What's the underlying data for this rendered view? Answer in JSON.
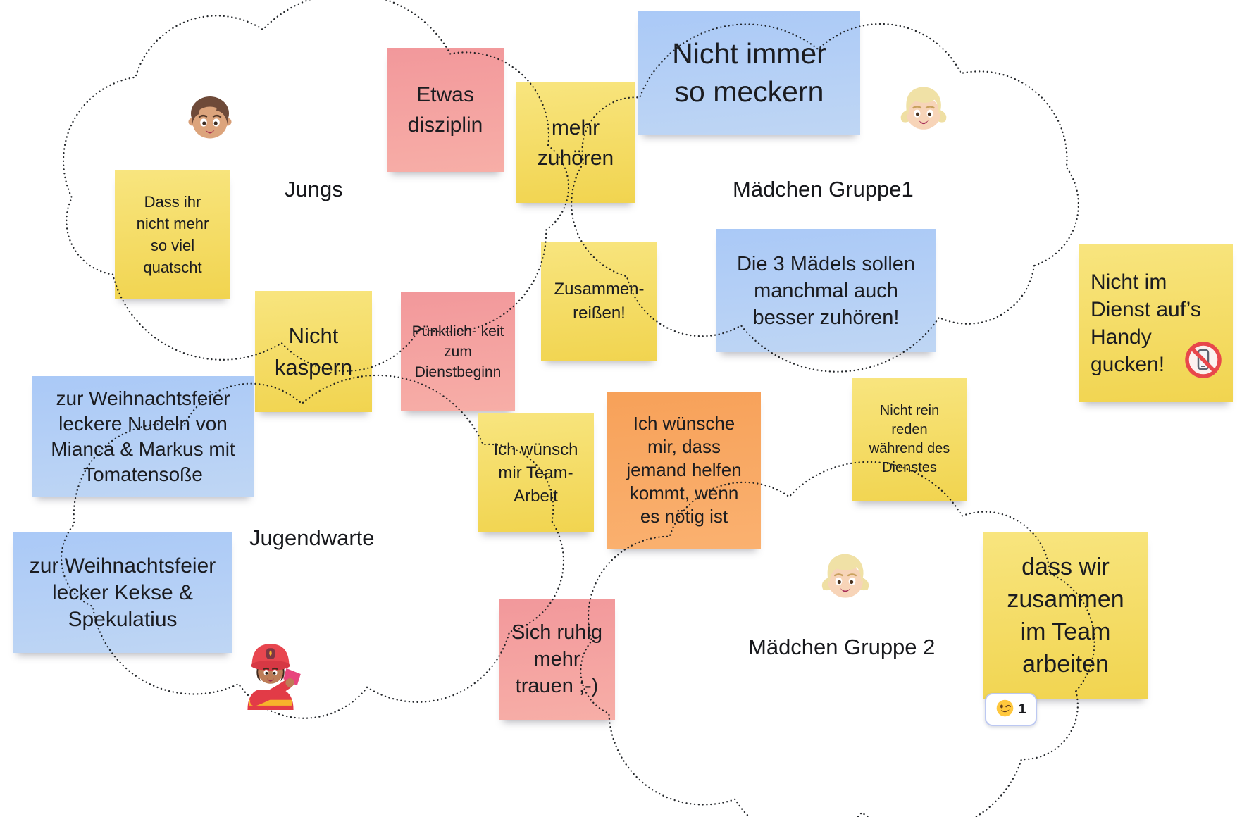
{
  "board": {
    "app": "whiteboard",
    "background_color": "#FFFFFF",
    "note_colors": {
      "yellow": "#F5DC60",
      "pink": "#F49EA0",
      "blue": "#B3CDF5",
      "orange": "#F8A95F"
    },
    "clouds": [
      {
        "id": "jungs",
        "label": "Jungs",
        "avatar": "boy-emoji-avatar"
      },
      {
        "id": "maedchen-gruppe1",
        "label": "Mädchen Gruppe1",
        "avatar": "girl-emoji-avatar"
      },
      {
        "id": "jugendwarte",
        "label": "Jugendwarte",
        "avatar": "firefighter-emoji-avatar"
      },
      {
        "id": "maedchen-gruppe2",
        "label": "Mädchen Gruppe 2",
        "avatar": "girl-emoji-avatar"
      }
    ],
    "notes": [
      {
        "text": "Dass ihr\nnicht mehr\nso viel\nquatscht",
        "color": "yellow"
      },
      {
        "text": "Etwas\ndisziplin",
        "color": "pink"
      },
      {
        "text": "mehr\nzuhören",
        "color": "yellow"
      },
      {
        "text": "Nicht immer\nso meckern",
        "color": "blue"
      },
      {
        "text": "Zusammen-\nreißen!",
        "color": "yellow"
      },
      {
        "text": "Die 3 Mädels sollen\nmanchmal auch\nbesser zuhören!",
        "color": "blue"
      },
      {
        "text": "Nicht\nkaspern",
        "color": "yellow"
      },
      {
        "text": "Pünktlich- keit\nzum\nDienstbeginn",
        "color": "pink"
      },
      {
        "text": "zur Weihnachtsfeier\nleckere Nudeln von\nMianca & Markus mit\nTomatensoße",
        "color": "blue"
      },
      {
        "text": "Ich wünsch\nmir Team-\nArbeit",
        "color": "yellow"
      },
      {
        "text": "Ich wünsche\nmir, dass\njemand helfen\nkommt, wenn\nes nötig ist",
        "color": "orange"
      },
      {
        "text": "Nicht rein\nreden\nwährend des\nDienstes",
        "color": "yellow"
      },
      {
        "text": "Nicht im\nDienst auf’s\nHandy\ngucken!",
        "color": "yellow",
        "icon": "no-mobile-phone-icon"
      },
      {
        "text": "zur Weihnachtsfeier\nlecker Kekse &\nSpekulatius",
        "color": "blue"
      },
      {
        "text": "Sich ruhig\nmehr\ntrauen ;-)",
        "color": "pink"
      },
      {
        "text": "dass wir\nzusammen\nim Team\narbeiten",
        "color": "yellow",
        "reaction": "winking-face"
      }
    ],
    "reaction": {
      "emoji": "winking-face",
      "count": "1"
    }
  }
}
